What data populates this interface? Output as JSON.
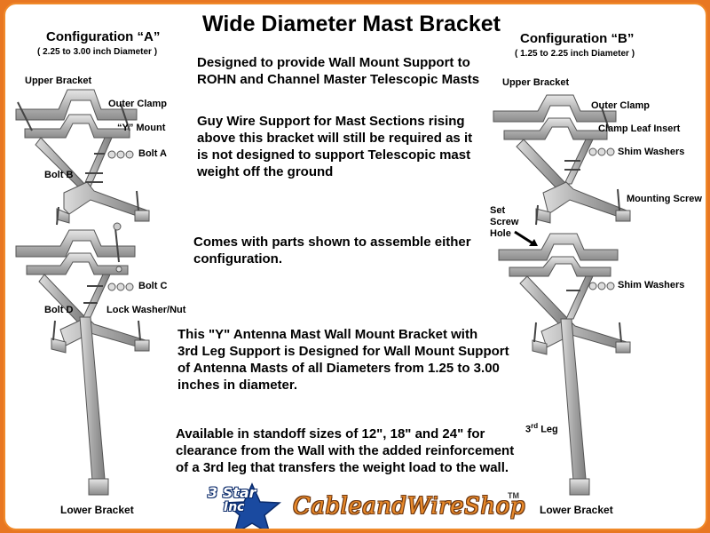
{
  "title": "Wide Diameter Mast Bracket",
  "config_a": {
    "title": "Configuration “A”",
    "subtitle": "( 2.25 to 3.00 inch Diameter )",
    "labels": {
      "upper_bracket": "Upper Bracket",
      "outer_clamp": "Outer Clamp",
      "y_mount": "“Y” Mount",
      "bolt_a": "Bolt A",
      "bolt_b": "Bolt B",
      "bolt_c": "Bolt C",
      "bolt_d": "Bolt D",
      "lock_washer": "Lock Washer/Nut",
      "lower_bracket": "Lower Bracket"
    }
  },
  "config_b": {
    "title": "Configuration “B”",
    "subtitle": "( 1.25 to 2.25 inch Diameter )",
    "labels": {
      "upper_bracket": "Upper Bracket",
      "outer_clamp": "Outer Clamp",
      "clamp_leaf": "Clamp Leaf Insert",
      "shim_washers_1": "Shim Washers",
      "mounting_screw": "Mounting Screw",
      "set_screw_1": "Set",
      "set_screw_2": "Screw",
      "set_screw_3": "Hole",
      "shim_washers_2": "Shim Washers",
      "third_leg_num": "3",
      "third_leg_sup": "rd",
      "third_leg_word": "Leg",
      "lower_bracket": "Lower Bracket"
    }
  },
  "text_blocks": {
    "p1_l1": "Designed to provide Wall Mount Support to",
    "p1_l2": "ROHN and Channel Master Telescopic Masts",
    "p2_l1": "Guy Wire Support for Mast Sections rising",
    "p2_l2": "above this bracket will still be required as it",
    "p2_l3": "is not designed to support Telescopic mast",
    "p2_l4": "weight off the ground",
    "p3_l1": "Comes with parts shown to assemble either",
    "p3_l2": "configuration.",
    "p4_l1": "This \"Y\" Antenna Mast Wall Mount Bracket with",
    "p4_l2": "3rd Leg Support is Designed for Wall Mount Support",
    "p4_l3": "of Antenna Masts of all Diameters from 1.25 to 3.00",
    "p4_l4": "inches in diameter.",
    "p5_l1": "Available in standoff sizes of 12\", 18\" and 24\" for",
    "p5_l2": "clearance from the Wall with the added reinforcement",
    "p5_l3": "of a 3rd leg that transfers the weight load to the wall."
  },
  "logo": {
    "star_brand_1": "3 Star",
    "star_brand_2": "Inc",
    "shop": "CableandWireShop",
    "tm": "TM"
  },
  "colors": {
    "border": "#e87722",
    "brand_orange": "#e8892a",
    "star_blue": "#1a4aa0",
    "metal": "#b9b9b9",
    "metal_dark": "#6e6e6e"
  }
}
